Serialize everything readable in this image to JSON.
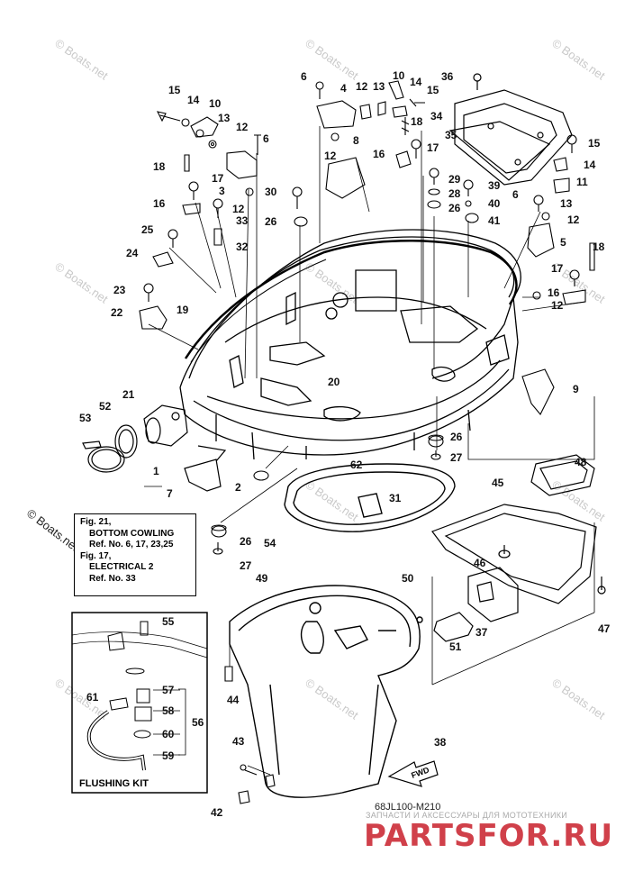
{
  "watermark": "© Boats.net",
  "copyright": "© Boats.net",
  "callouts": [
    "1",
    "2",
    "3",
    "4",
    "5",
    "6",
    "7",
    "8",
    "9",
    "10",
    "11",
    "12",
    "13",
    "14",
    "15",
    "16",
    "17",
    "18",
    "19",
    "20",
    "21",
    "22",
    "23",
    "24",
    "25",
    "26",
    "27",
    "28",
    "29",
    "30",
    "31",
    "32",
    "33",
    "34",
    "35",
    "36",
    "37",
    "38",
    "39",
    "40",
    "41",
    "42",
    "43",
    "44",
    "45",
    "46",
    "47",
    "48",
    "49",
    "50",
    "51",
    "52",
    "53",
    "54",
    "55",
    "56",
    "57",
    "58",
    "59",
    "60",
    "61",
    "62"
  ],
  "reference_box": {
    "line1": "Fig. 21,",
    "line2": "BOTTOM COWLING",
    "line3": "Ref. No. 6, 17, 23,25",
    "line4": "Fig. 17,",
    "line5": "ELECTRICAL 2",
    "line6": "Ref. No. 33"
  },
  "flushing_kit_label": "FLUSHING KIT",
  "fwd_label": "FWD",
  "diagram_code": "68JL100-M210",
  "partsfor": {
    "subtitle": "ЗАПЧАСТИ И АКСЕССУАРЫ ДЛЯ МОТОТЕХНИКИ",
    "logo": "PARTSFOR.RU"
  }
}
